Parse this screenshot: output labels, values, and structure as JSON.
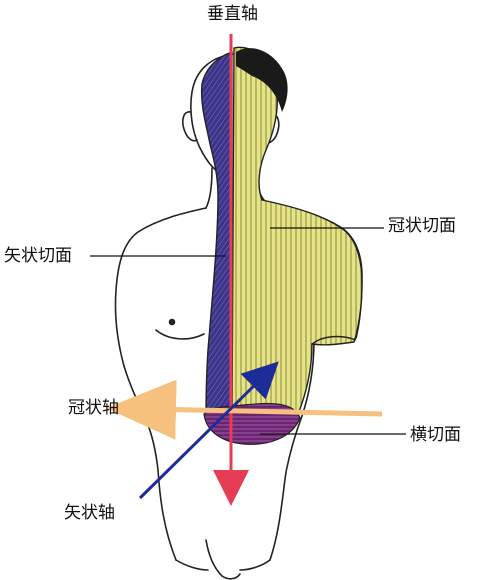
{
  "labels": {
    "vertical_axis": "垂直轴",
    "sagittal_plane": "矢状切面",
    "coronal_plane": "冠状切面",
    "coronal_axis": "冠状轴",
    "horizontal_plane": "横切面",
    "sagittal_axis": "矢状轴"
  },
  "colors": {
    "sagittal_plane_fill": "#3c3488",
    "coronal_plane_fill": "#e7e488",
    "horizontal_plane_fill": "#6a2470",
    "vertical_axis": "#e63c56",
    "coronal_axis": "#f6c07e",
    "sagittal_axis": "#1e2c9a",
    "outline": "#222222"
  }
}
